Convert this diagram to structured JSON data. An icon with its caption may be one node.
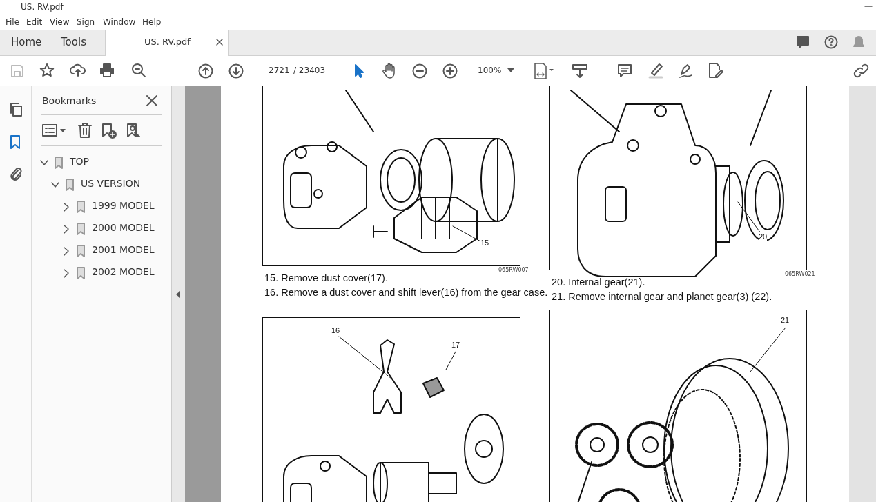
{
  "diagram": {
    "nodes": [
      {
        "text": [],
        "shape": "box",
        "beside": [
          "065RW007"
        ]
      },
      {
        "text": [
          "15"
        ],
        "in": 0
      },
      {
        "text": [],
        "shape": "box",
        "beside": [
          "065RW021"
        ]
      },
      {
        "text": [
          "20"
        ],
        "in": 2
      },
      {
        "text": [],
        "shape": "box"
      },
      {
        "text": [
          "16"
        ],
        "in": 4
      },
      {
        "text": [
          "17"
        ],
        "in": 4
      },
      {
        "text": [],
        "shape": "box"
      },
      {
        "text": [
          "21"
        ],
        "in": 7
      }
    ],
    "edges": [
      {
        "from": 1,
        "to": null,
        "arrow": "none"
      },
      {
        "from": 3,
        "to": null,
        "arrow": "none"
      },
      {
        "from": 5,
        "to": null,
        "arrow": "none"
      },
      {
        "from": 6,
        "to": null,
        "arrow": "none"
      },
      {
        "from": 8,
        "to": null,
        "arrow": "none"
      }
    ],
    "labels": [
      "US. RV.pdf",
      "File",
      "Edit",
      "View",
      "Sign",
      "Window",
      "Help",
      "Home",
      "Tools",
      "US. RV.pdf",
      "2721",
      "/ 23403",
      "100%",
      "Bookmarks",
      "TOP",
      "US VERSION",
      "1999 MODEL",
      "2000 MODEL",
      "2001 MODEL",
      "2002 MODEL",
      "15. Remove dust cover(17).",
      "16. Remove a dust cover and shift lever(16) from the gear case.",
      "20. Internal gear(21).",
      "21. Remove internal gear and planet gear(3) (22)."
    ]
  }
}
